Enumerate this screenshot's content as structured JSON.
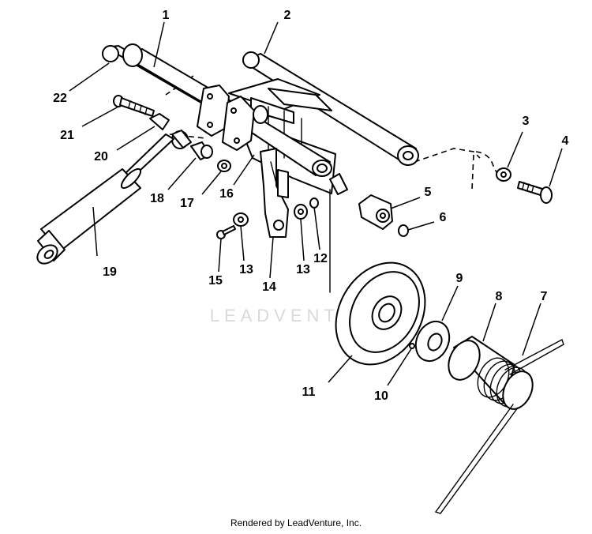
{
  "watermark": "LEADVENTURE",
  "footer": "Rendered by LeadVenture, Inc.",
  "callouts": [
    {
      "id": "1",
      "label": "1"
    },
    {
      "id": "2",
      "label": "2"
    },
    {
      "id": "3",
      "label": "3"
    },
    {
      "id": "4",
      "label": "4"
    },
    {
      "id": "5",
      "label": "5"
    },
    {
      "id": "6",
      "label": "6"
    },
    {
      "id": "7",
      "label": "7"
    },
    {
      "id": "8",
      "label": "8"
    },
    {
      "id": "9",
      "label": "9"
    },
    {
      "id": "10",
      "label": "10"
    },
    {
      "id": "11",
      "label": "11"
    },
    {
      "id": "12",
      "label": "12"
    },
    {
      "id": "13a",
      "label": "13"
    },
    {
      "id": "13b",
      "label": "13"
    },
    {
      "id": "14",
      "label": "14"
    },
    {
      "id": "15",
      "label": "15"
    },
    {
      "id": "16",
      "label": "16"
    },
    {
      "id": "17",
      "label": "17"
    },
    {
      "id": "18",
      "label": "18"
    },
    {
      "id": "19",
      "label": "19"
    },
    {
      "id": "20",
      "label": "20"
    },
    {
      "id": "21",
      "label": "21"
    },
    {
      "id": "22",
      "label": "22"
    }
  ]
}
